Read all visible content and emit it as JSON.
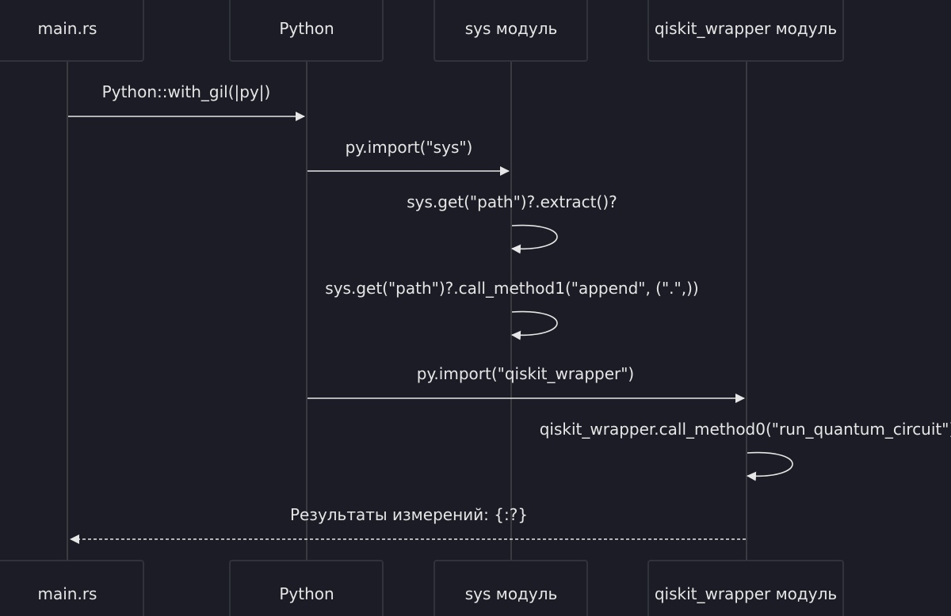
{
  "diagram": {
    "type": "sequence",
    "actors": [
      {
        "id": "main",
        "label": "main.rs"
      },
      {
        "id": "python",
        "label": "Python"
      },
      {
        "id": "sys",
        "label": "sys модуль"
      },
      {
        "id": "qw",
        "label": "qiskit_wrapper модуль"
      }
    ],
    "messages": [
      {
        "from": "main",
        "to": "python",
        "label": "Python::with_gil(|py|)",
        "style": "solid"
      },
      {
        "from": "python",
        "to": "sys",
        "label": "py.import(\"sys\")",
        "style": "solid"
      },
      {
        "from": "sys",
        "to": "sys",
        "label": "sys.get(\"path\")?.extract()?",
        "style": "solid"
      },
      {
        "from": "sys",
        "to": "sys",
        "label": "sys.get(\"path\")?.call_method1(\"append\", (\".\",))",
        "style": "solid"
      },
      {
        "from": "python",
        "to": "qw",
        "label": "py.import(\"qiskit_wrapper\")",
        "style": "solid"
      },
      {
        "from": "qw",
        "to": "qw",
        "label": "qiskit_wrapper.call_method0(\"run_quantum_circuit\")",
        "style": "solid"
      },
      {
        "from": "qw",
        "to": "main",
        "label": "Результаты измерений: {:?}",
        "style": "dashed"
      }
    ]
  }
}
